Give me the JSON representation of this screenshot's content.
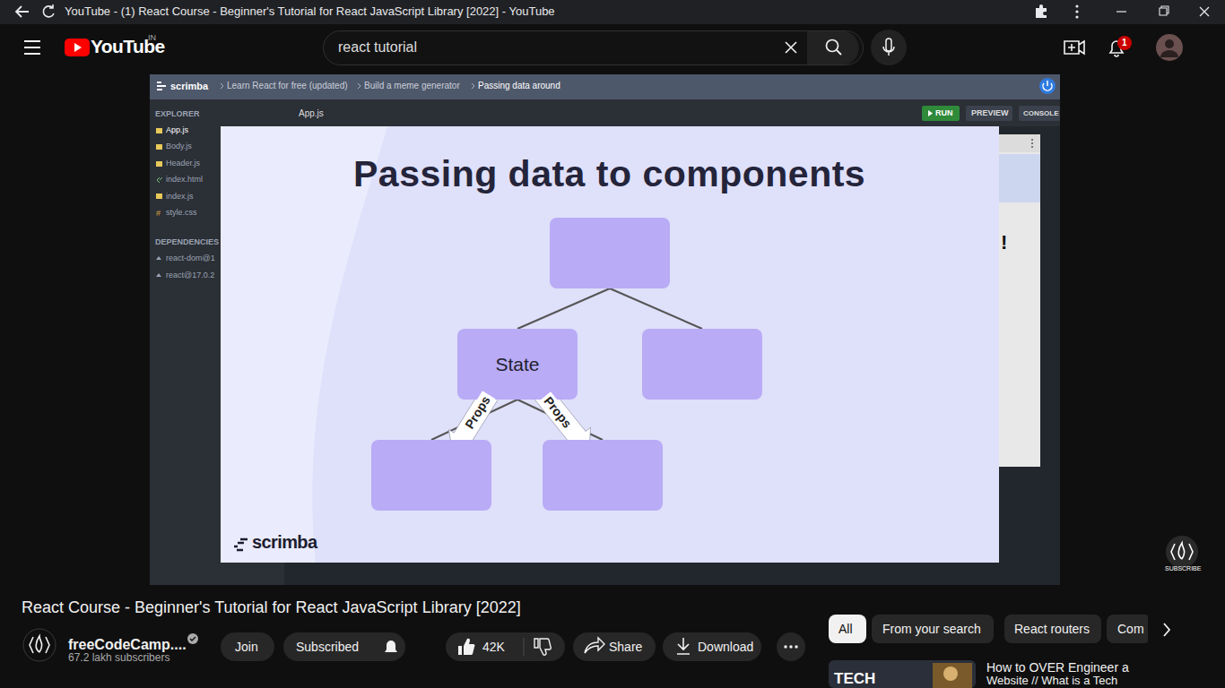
{
  "diagram": {
    "title": "Passing data to components",
    "nodes": [
      {
        "text": []
      },
      {
        "text": [
          "State"
        ]
      },
      {
        "text": []
      },
      {
        "text": []
      },
      {
        "text": []
      }
    ],
    "edges": [
      {
        "from": 0,
        "to": 1,
        "arrow": "none"
      },
      {
        "from": 0,
        "to": 2,
        "arrow": "none"
      },
      {
        "from": 1,
        "to": 3,
        "label": "Props",
        "arrow": "to"
      },
      {
        "from": 1,
        "to": 4,
        "label": "Props",
        "arrow": "to"
      }
    ],
    "labels": [
      "YouTube - (1) React Course - Beginner's Tutorial for React JavaScript Library [2022] - YouTube",
      "YouTube",
      "IN",
      "react tutorial",
      "1",
      "scrimba",
      "Learn React for free (updated)",
      "Build a meme generator",
      "Passing data around",
      "EXPLORER",
      "App.js",
      "Body.js",
      "Header.js",
      "index.html",
      "index.js",
      "style.css",
      "DEPENDENCIES",
      "react-dom@1",
      "react@17.0.2",
      "App.js",
      "RUN",
      "PREVIEW",
      "CONSOLE",
      "!",
      "scrimba",
      "SUBSCRIBE",
      "React Course - Beginner's Tutorial for React JavaScript Library [2022]",
      "freeCodeCamp....",
      "67.2 lakh subscribers",
      "Join",
      "Subscribed",
      "42K",
      "Share",
      "Download",
      "All",
      "From your search",
      "React routers",
      "Com",
      "How to OVER Engineer a",
      "Website // What is a Tech",
      "TECH"
    ]
  }
}
